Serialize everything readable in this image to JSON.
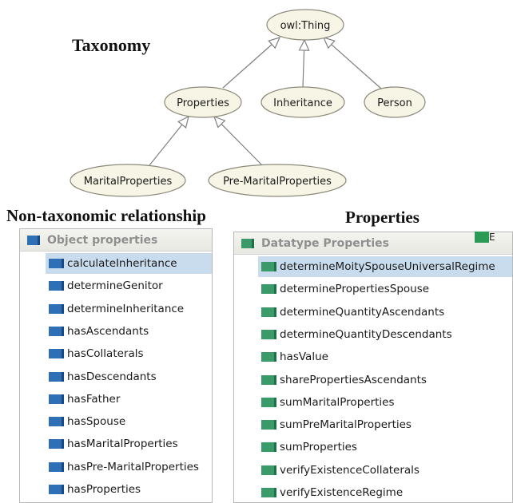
{
  "taxonomy": {
    "title": "Taxonomy",
    "nodes": {
      "root": "owl:Thing",
      "properties": "Properties",
      "inheritance": "Inheritance",
      "person": "Person",
      "marital": "MaritalProperties",
      "premarital": "Pre-MaritalProperties"
    },
    "edges": [
      [
        "properties",
        "root"
      ],
      [
        "inheritance",
        "root"
      ],
      [
        "person",
        "root"
      ],
      [
        "marital",
        "properties"
      ],
      [
        "premarital",
        "properties"
      ]
    ]
  },
  "relationship": {
    "title": "Non-taxonomic relationship",
    "panel_header": "Object properties",
    "icon": "object-property-icon",
    "items": [
      {
        "label": "calculateInheritance",
        "selected": true
      },
      {
        "label": "determineGenitor"
      },
      {
        "label": "determineInheritance"
      },
      {
        "label": "hasAscendants"
      },
      {
        "label": "hasCollaterals"
      },
      {
        "label": "hasDescendants"
      },
      {
        "label": "hasFather"
      },
      {
        "label": "hasSpouse"
      },
      {
        "label": "hasMaritalProperties"
      },
      {
        "label": "hasPre-MaritalProperties"
      },
      {
        "label": "hasProperties"
      }
    ]
  },
  "properties": {
    "title": "Properties",
    "panel_header": "Datatype Properties",
    "icon": "datatype-property-icon",
    "items": [
      {
        "label": "determineMoitySpouseUniversalRegime",
        "selected": true
      },
      {
        "label": "determinePropertiesSpouse"
      },
      {
        "label": "determineQuantityAscendants"
      },
      {
        "label": "determineQuantityDescendants"
      },
      {
        "label": "hasValue"
      },
      {
        "label": "sharePropertiesAscendants"
      },
      {
        "label": "sumMaritalProperties"
      },
      {
        "label": "sumPreMaritalProperties"
      },
      {
        "label": "sumProperties"
      },
      {
        "label": "verifyExistenceCollaterals"
      },
      {
        "label": "verifyExistenceRegime"
      }
    ],
    "toolbar_partial_label": "E"
  },
  "colors": {
    "object_icon": "#2f6fb5",
    "datatype_icon": "#3a9a6a",
    "selection": "#c9dcee",
    "node_fill": "#f7f5e6"
  }
}
